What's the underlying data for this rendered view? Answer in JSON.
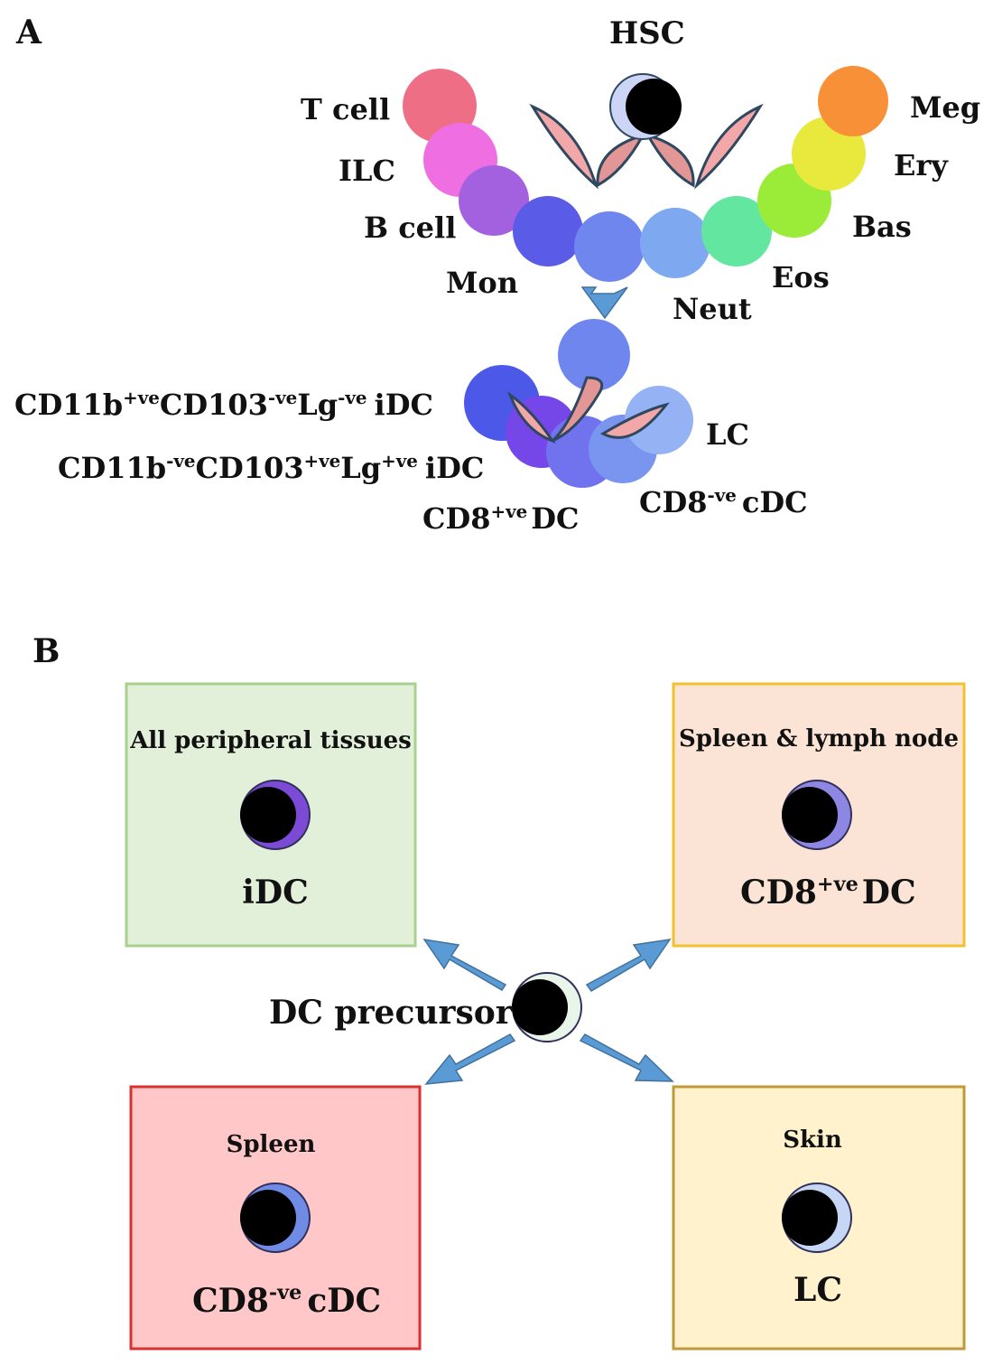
{
  "panel_a": {
    "letter": "A",
    "hsc_label": "HSC",
    "lineage": {
      "t_cell": "T cell",
      "ilc": "ILC",
      "b_cell": "B cell",
      "mon": "Mon",
      "neut": "Neut",
      "eos": "Eos",
      "bas": "Bas",
      "ery": "Ery",
      "meg": "Meg"
    },
    "dc_subsets": {
      "idc1": {
        "a": "CD11b",
        "a_sup": "+ve",
        "b": "CD103",
        "b_sup": "-ve",
        "c": "Lg",
        "c_sup": "-ve",
        "d": "iDC"
      },
      "idc2": {
        "a": "CD11b",
        "a_sup": "-ve",
        "b": "CD103",
        "b_sup": "+ve",
        "c": "Lg",
        "c_sup": "+ve",
        "d": "iDC"
      },
      "cd8pos": {
        "a": "CD8",
        "a_sup": "+ve",
        "b": "DC"
      },
      "cd8neg": {
        "a": "CD8",
        "a_sup": "-ve",
        "b": "cDC"
      },
      "lc": "LC"
    }
  },
  "panel_b": {
    "letter": "B",
    "center_label": "DC precursor",
    "boxes": {
      "tl": {
        "title": "All peripheral  tissues",
        "name": "iDC"
      },
      "tr": {
        "title": "Spleen & lymph  node",
        "name_a": "CD8",
        "name_sup": "+ve",
        "name_b": "DC"
      },
      "bl": {
        "title": "Spleen",
        "name_a": "CD8",
        "name_sup": "-ve",
        "name_b": "cDC"
      },
      "br": {
        "title": "Skin",
        "name": "LC"
      }
    }
  },
  "colors": {
    "t_cell": "#ee6e85",
    "ilc": "#ef6fe2",
    "b_cell": "#a361e0",
    "mon": "#5a5be6",
    "center": "#6f86ee",
    "neut": "#7ea9f0",
    "eos": "#62e6a0",
    "bas": "#9aec38",
    "ery": "#e9e83c",
    "meg": "#f79037",
    "cup": "#f2a8a8",
    "arrow": "#5b9bd5",
    "box_green": "#e2efd9",
    "box_orange": "#fbe4d5",
    "box_red": "#ffc7c7",
    "box_yellow": "#fff2cc"
  }
}
